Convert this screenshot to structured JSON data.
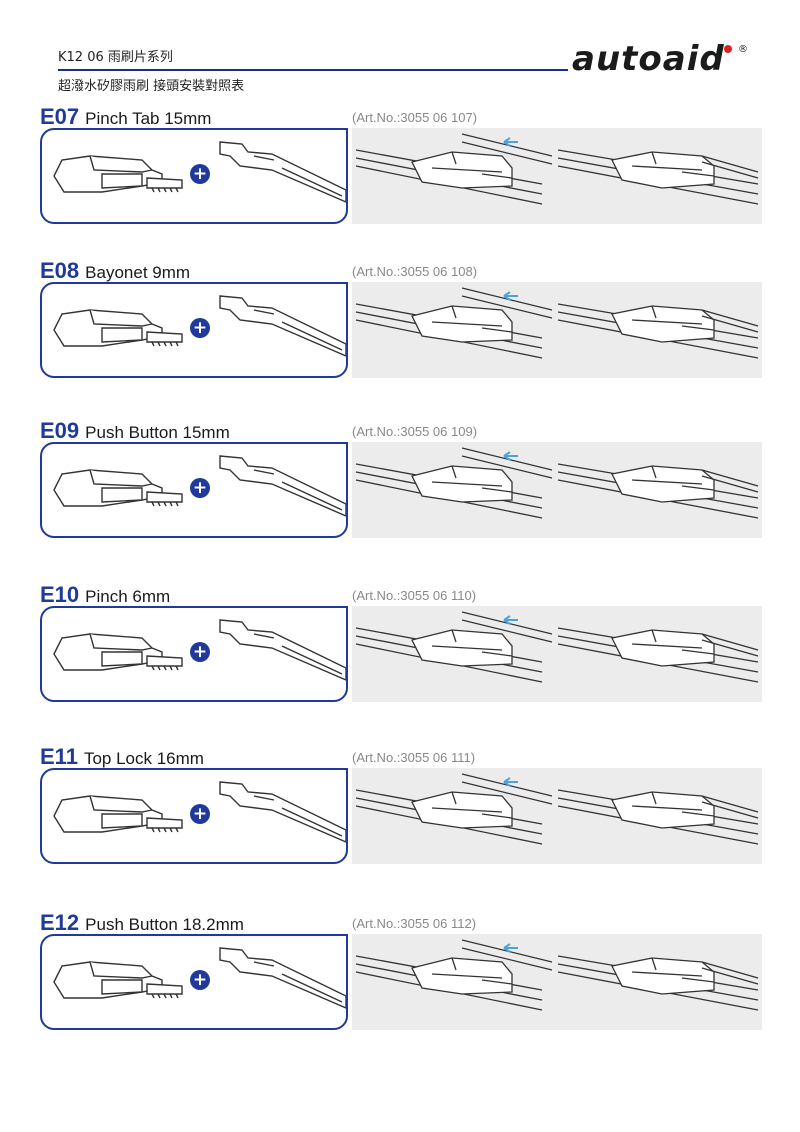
{
  "header": {
    "series_title": "K12 06 雨刷片系列",
    "subtitle": "超潑水矽膠雨刷 接頭安裝對照表",
    "brand": "autoaid",
    "brand_mark": "®",
    "accent_color": "#1f3a9a"
  },
  "sections": [
    {
      "code": "E07",
      "name": "Pinch Tab 15mm",
      "art_no": "(Art.No.:3055 06 107)"
    },
    {
      "code": "E08",
      "name": "Bayonet 9mm",
      "art_no": "(Art.No.:3055 06 108)"
    },
    {
      "code": "E09",
      "name": "Push Button 15mm",
      "art_no": "(Art.No.:3055 06 109)"
    },
    {
      "code": "E10",
      "name": "Pinch 6mm",
      "art_no": "(Art.No.:3055 06 110)"
    },
    {
      "code": "E11",
      "name": "Top Lock 16mm",
      "art_no": "(Art.No.:3055 06 111)"
    },
    {
      "code": "E12",
      "name": "Push Button 18.2mm",
      "art_no": "(Art.No.:3055 06 112)"
    }
  ],
  "icons": {
    "plus": "plus-circle-icon",
    "arrow": "arrow-left-icon"
  }
}
